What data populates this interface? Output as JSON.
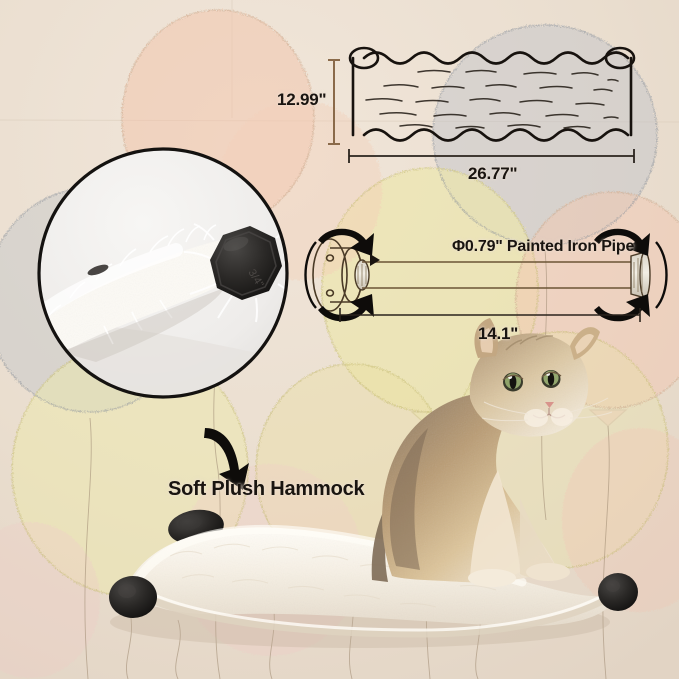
{
  "product": {
    "title": "Cat Wall Hammock Dimension Infographic",
    "background_color": "#ece0d4"
  },
  "annotations": {
    "hammock_height": "12.99\"",
    "hammock_width": "26.77\"",
    "pipe_spec": "Φ0.79\" Painted Iron Pipe",
    "pipe_length": "14.1\"",
    "material_callout": "Soft Plush Hammock"
  },
  "diagrams": {
    "hammock_outline": {
      "name": "scalloped-hammock-outline",
      "height_label": "12.99\"",
      "width_label": "26.77\""
    },
    "pipe_assembly": {
      "name": "wall-mount-pipe-assembly",
      "spec_label": "Φ0.79\" Painted Iron Pipe",
      "length_label": "14.1\""
    },
    "detail_inset": {
      "name": "end-cap-close-up",
      "subject": "black octagonal end cap on white plush hammock"
    }
  },
  "colors": {
    "ink": "#191410",
    "background": "#ece0d4",
    "balloon_peach": "#f0c3a8",
    "balloon_yellow": "#ece7a8",
    "balloon_gray": "#b8bcc2",
    "balloon_pink": "#f2c6c2",
    "plush_white": "#f6f1e8",
    "cap_black": "#1d1b1a",
    "cat_fur": "#c9a679"
  },
  "photo_elements": {
    "cat": "golden-british-shorthair-cat",
    "hammock": "white-plush-hammock",
    "end_caps": [
      "left-rear-cap",
      "left-front-cap",
      "right-cap"
    ]
  }
}
